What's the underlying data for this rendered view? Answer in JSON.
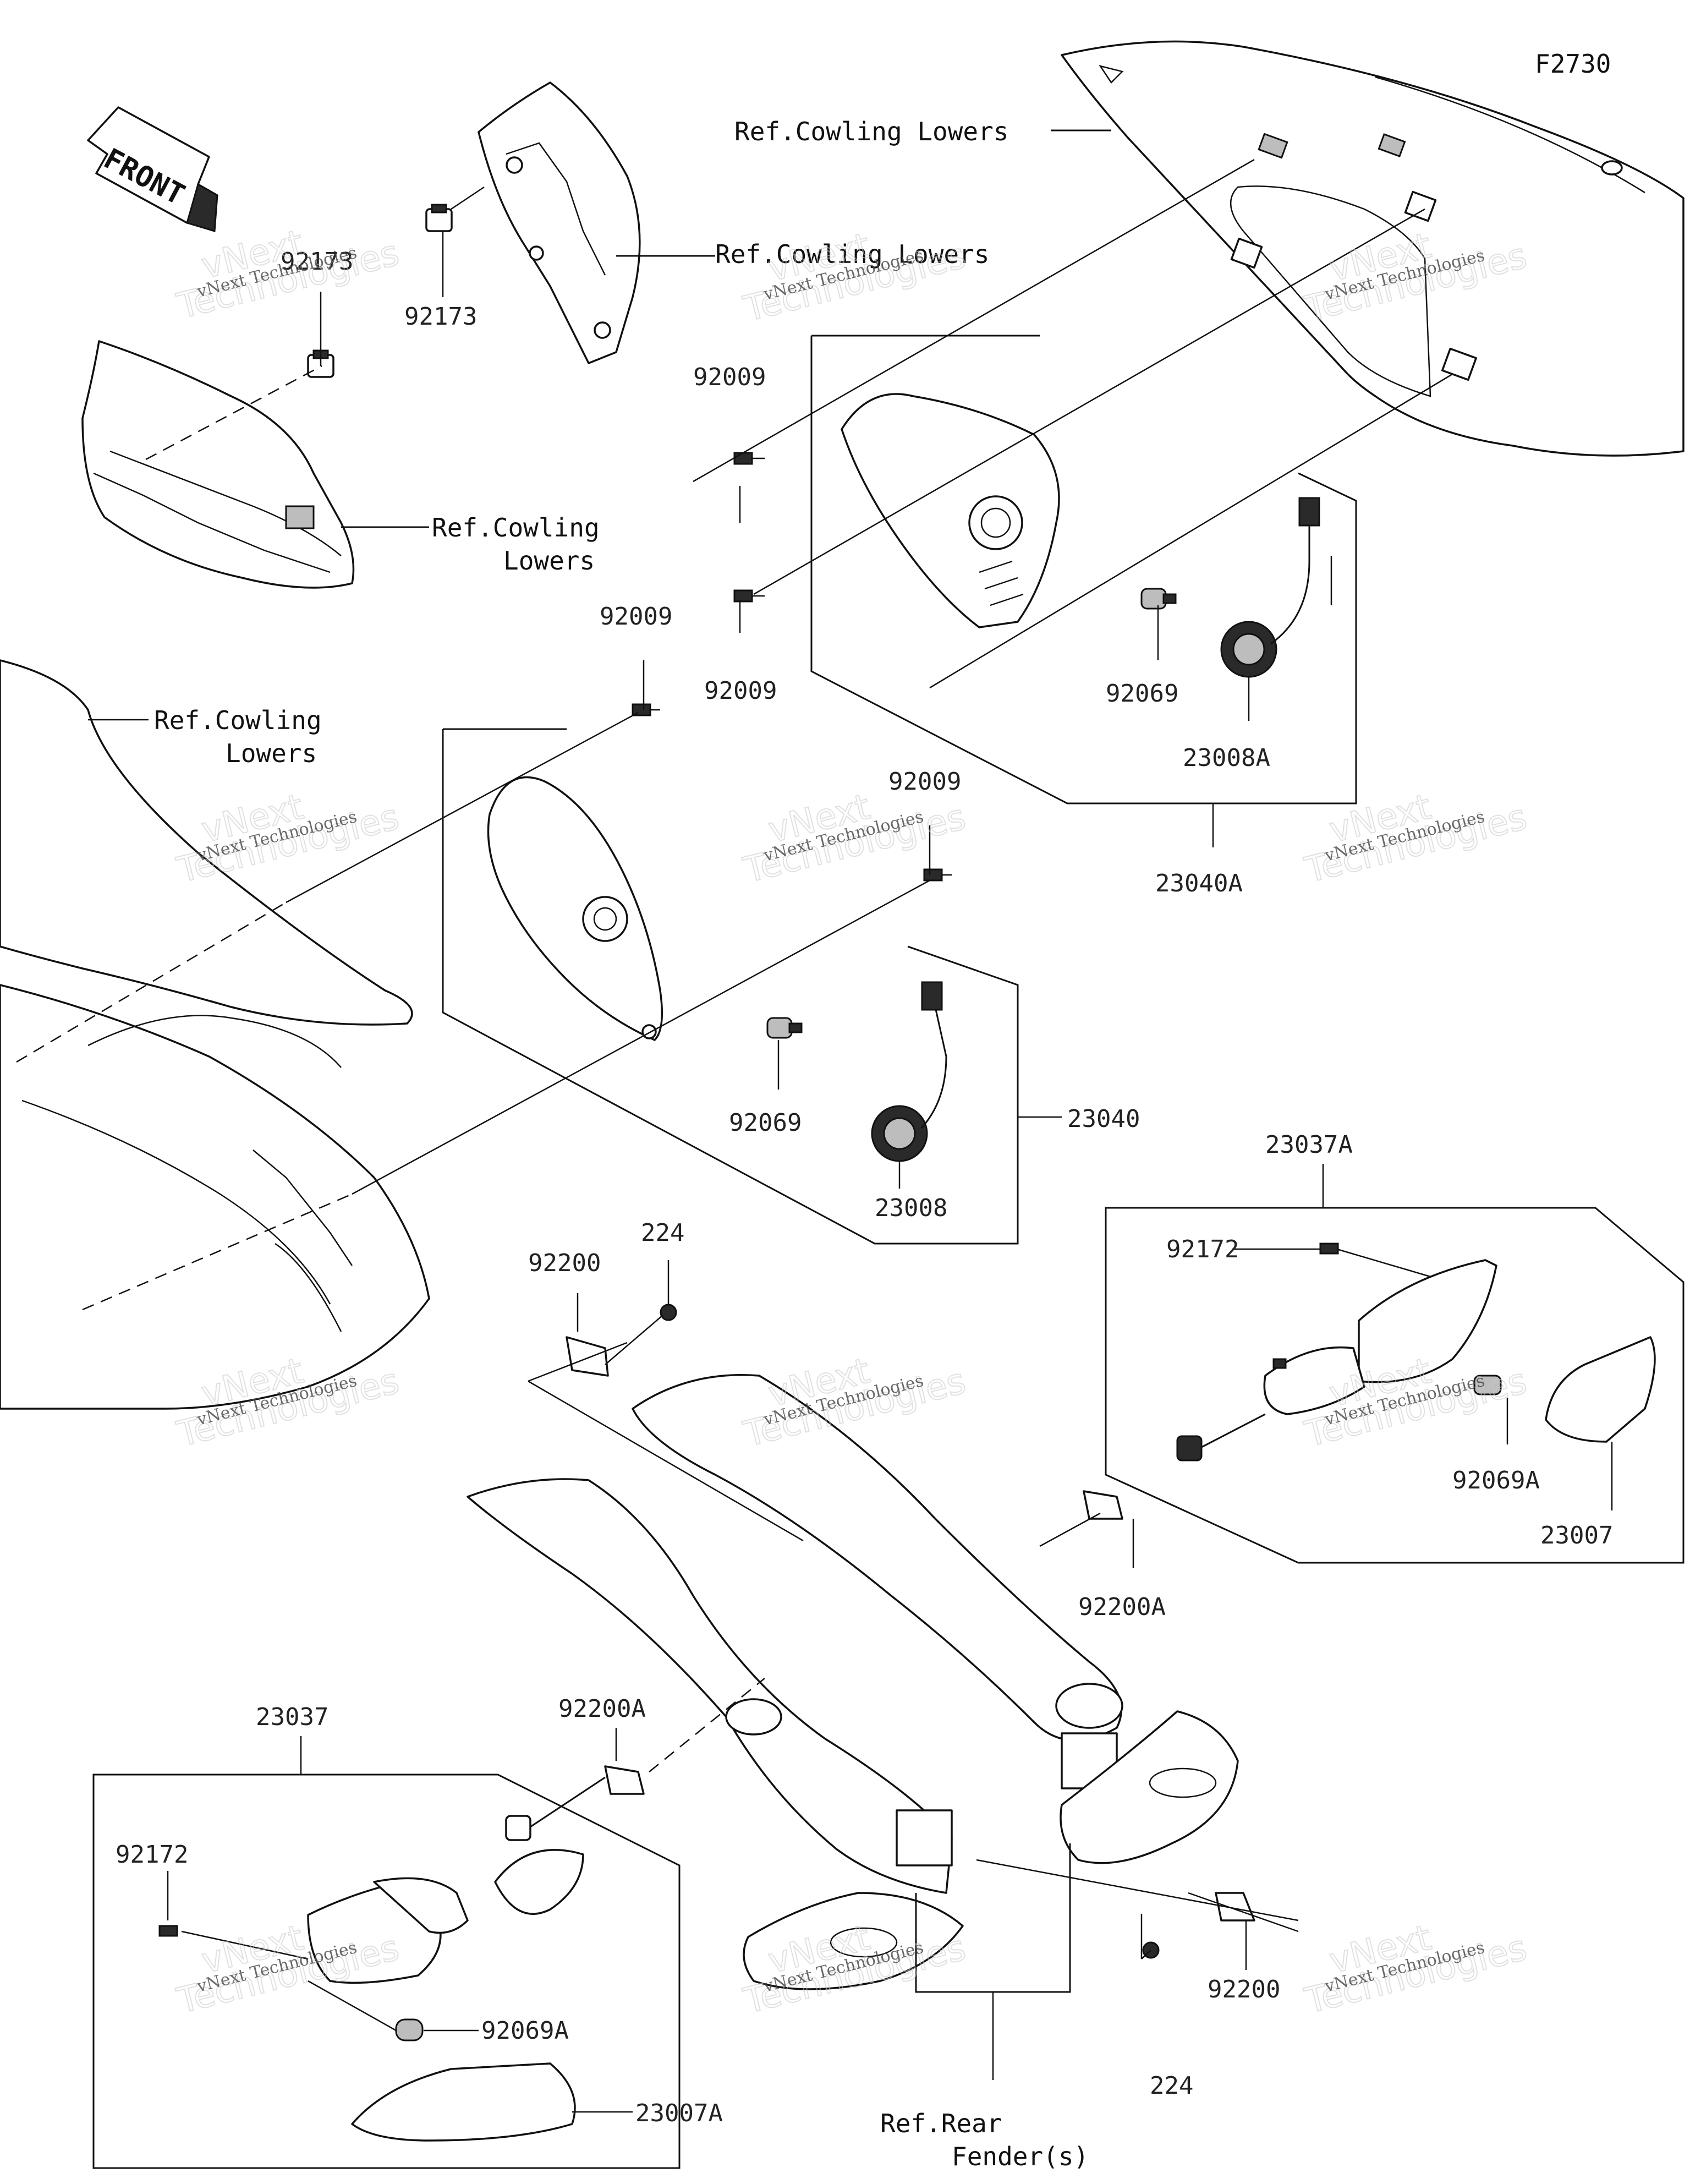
{
  "figure_code": "F2730",
  "front_arrow_label": "FRONT",
  "watermark": {
    "brand": "vNext Technologies",
    "big_top": "vNext",
    "big_bottom": "Technologies"
  },
  "labels": {
    "ref_cowling_lowers_top": "Ref.Cowling Lowers",
    "ref_cowling_lowers_mid": "Ref.Cowling Lowers",
    "ref_cowling_lowers_left_1": "Ref.Cowling",
    "ref_cowling_lowers_left_2": "Lowers",
    "ref_cowling_lowers_big_1": "Ref.Cowling",
    "ref_cowling_lowers_big_2": "Lowers",
    "ref_rear_fender_1": "Ref.Rear",
    "ref_rear_fender_2": "Fender(s)"
  },
  "parts": {
    "p92173_a": "92173",
    "p92173_b": "92173",
    "p92009_a": "92009",
    "p92009_b": "92009",
    "p92009_c": "92009",
    "p92009_d": "92009",
    "p92069_a": "92069",
    "p92069_b": "92069",
    "p23008A": "23008A",
    "p23008": "23008",
    "p23040A": "23040A",
    "p23040": "23040",
    "p23037A": "23037A",
    "p92172_a": "92172",
    "p92172_b": "92172",
    "p92069A_a": "92069A",
    "p92069A_b": "92069A",
    "p23007": "23007",
    "p23007A": "23007A",
    "p92200_a": "92200",
    "p92200_b": "92200",
    "p224_a": "224",
    "p224_b": "224",
    "p92200A_a": "92200A",
    "p92200A_b": "92200A",
    "p23037": "23037"
  }
}
